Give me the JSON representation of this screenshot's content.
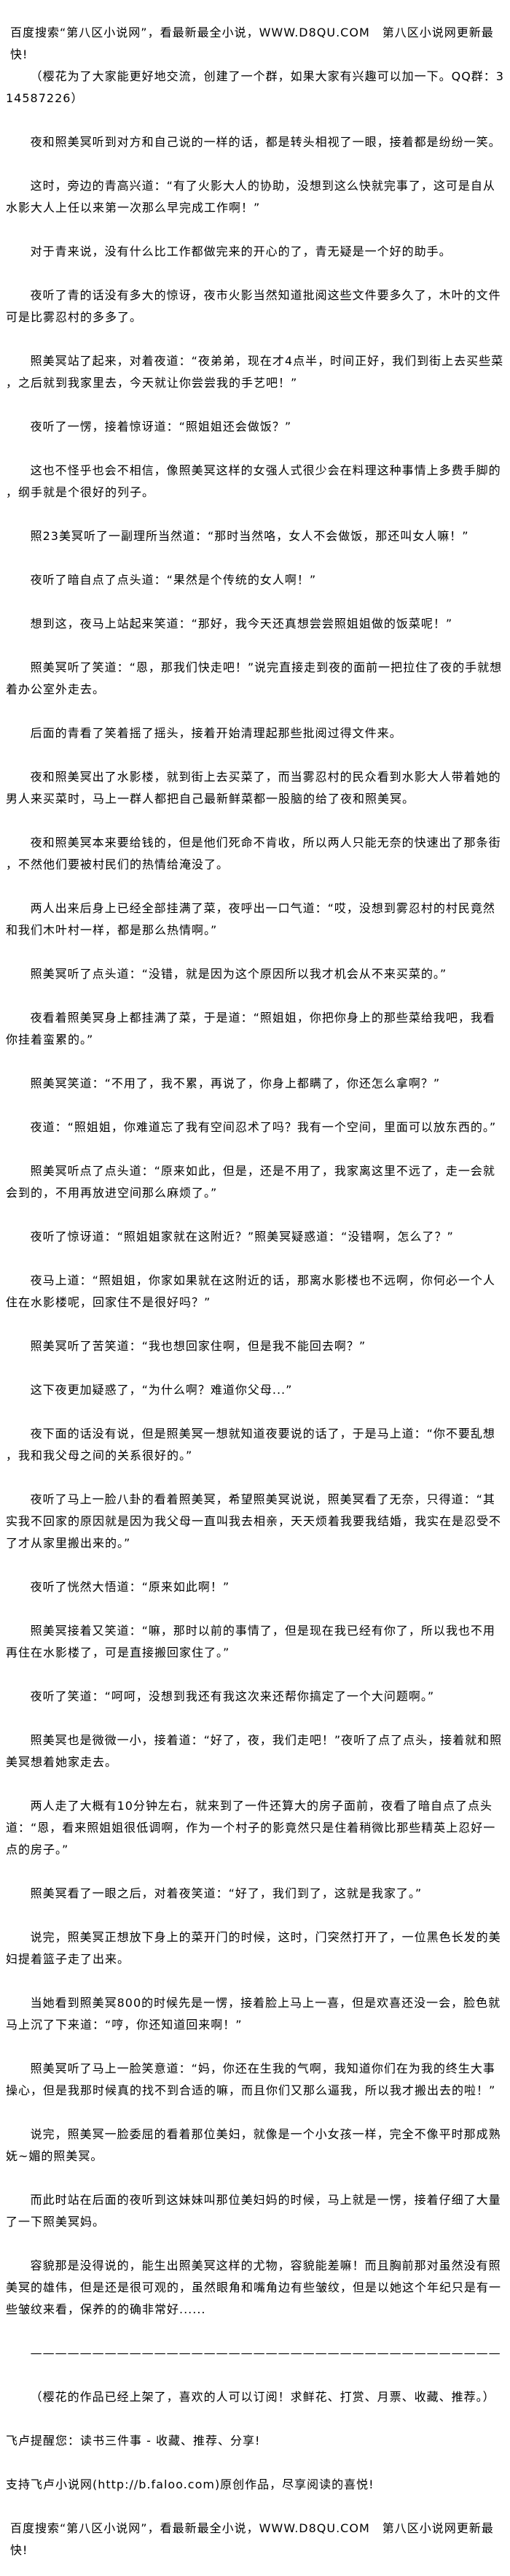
{
  "header": {
    "site_banner": "百度搜索“第八区小说网”，看最新最全小说，WWW.D8QU.COM　第八区小说网更新最快!",
    "qq_group_note": "（樱花为了大家能更好地交流，创建了一个群，如果大家有兴趣可以加一下。QQ群：314587226）"
  },
  "paragraphs": [
    "夜和照美冥听到对方和自己说的一样的话，都是转头相视了一眼，接着都是纷纷一笑。",
    "这时，旁边的青高兴道：“有了火影大人的协助，没想到这么快就完事了，这可是自从水影大人上任以来第一次那么早完成工作啊！”",
    "对于青来说，没有什么比工作都做完来的开心的了，青无疑是一个好的助手。",
    "夜听了青的话没有多大的惊讶，夜市火影当然知道批阅这些文件要多久了，木叶的文件可是比雾忍村的多多了。",
    "照美冥站了起来，对着夜道：“夜弟弟，现在才4点半，时间正好，我们到街上去买些菜，之后就到我家里去，今天就让你尝尝我的手艺吧！”",
    "夜听了一愣，接着惊讶道：“照姐姐还会做饭？”",
    "这也不怪乎也会不相信，像照美冥这样的女强人式很少会在料理这种事情上多费手脚的，纲手就是个很好的列子。",
    "照23美冥听了一副理所当然道：“那时当然咯，女人不会做饭，那还叫女人嘛！”",
    "夜听了暗自点了点头道：“果然是个传统的女人啊！”",
    "想到这，夜马上站起来笑道：“那好，我今天还真想尝尝照姐姐做的饭菜呢！”",
    "照美冥听了笑道：“恩，那我们快走吧！”说完直接走到夜的面前一把拉住了夜的手就想着办公室外走去。",
    "后面的青看了笑着摇了摇头，接着开始清理起那些批阅过得文件来。",
    "夜和照美冥出了水影楼，就到街上去买菜了，而当雾忍村的民众看到水影大人带着她的男人来买菜时，马上一群人都把自己最新鲜菜都一股脑的给了夜和照美冥。",
    "夜和照美冥本来要给钱的，但是他们死命不肯收，所以两人只能无奈的快速出了那条街，不然他们要被村民们的热情给淹没了。",
    "两人出来后身上已经全部挂满了菜，夜呼出一口气道：“哎，没想到雾忍村的村民竟然和我们木叶村一样，都是那么热情啊。”",
    "照美冥听了点头道：“没错，就是因为这个原因所以我才机会从不来买菜的。”",
    "夜看着照美冥身上都挂满了菜，于是道：“照姐姐，你把你身上的那些菜给我吧，我看你挂着蛮累的。”",
    "照美冥笑道：“不用了，我不累，再说了，你身上都瞒了，你还怎么拿啊？”",
    "夜道：“照姐姐，你难道忘了我有空间忍术了吗？我有一个空间，里面可以放东西的。”",
    "照美冥听点了点头道：“原来如此，但是，还是不用了，我家离这里不远了，走一会就会到的，不用再放进空间那么麻烦了。”",
    "夜听了惊讶道：“照姐姐家就在这附近？”照美冥疑惑道：“没错啊，怎么了？”",
    "夜马上道：“照姐姐，你家如果就在这附近的话，那离水影楼也不远啊，你何必一个人住在水影楼呢，回家住不是很好吗？”",
    "照美冥听了苦笑道：“我也想回家住啊，但是我不能回去啊？”",
    "这下夜更加疑惑了，“为什么啊？难道你父母...”",
    "夜下面的话没有说，但是照美冥一想就知道夜要说的话了，于是马上道：“你不要乱想，我和我父母之间的关系很好的。”",
    "夜听了马上一脸八卦的看着照美冥，希望照美冥说说，照美冥看了无奈，只得道：“其实我不回家的原因就是因为我父母一直叫我去相亲，天天烦着我要我结婚，我实在是忍受不了才从家里搬出来的。”",
    "夜听了恍然大悟道：“原来如此啊！”",
    "照美冥接着又笑道：“嘛，那时以前的事情了，但是现在我已经有你了，所以我也不用再住在水影楼了，可是直接搬回家住了。”",
    "夜听了笑道：“呵呵，没想到我还有我这次来还帮你搞定了一个大问题啊。”",
    "照美冥也是微微一小，接着道：“好了，夜，我们走吧！”夜听了点了点头，接着就和照美冥想着她家走去。",
    "两人走了大概有10分钟左右，就来到了一件还算大的房子面前，夜看了暗自点了点头道：“恩，看来照姐姐很低调啊，作为一个村子的影竟然只是住着稍微比那些精英上忍好一点的房子。”",
    "照美冥看了一眼之后，对着夜笑道：“好了，我们到了，这就是我家了。”",
    "说完，照美冥正想放下身上的菜开门的时候，这时，门突然打开了，一位黑色长发的美妇提着篮子走了出来。",
    "当她看到照美冥800的时候先是一愣，接着脸上马上一喜，但是欢喜还没一会，脸色就马上沉了下来道：“哼，你还知道回来啊！”",
    "照美冥听了马上一脸笑意道：“妈，你还在生我的气啊，我知道你们在为我的终生大事操心，但是我那时候真的找不到合适的嘛，而且你们又那么逼我，所以我才搬出去的啦！”",
    "说完，照美冥一脸委屈的看着那位美妇，就像是一个小女孩一样，完全不像平时那成熟妩~媚的照美冥。",
    "而此时站在后面的夜听到这妹妹叫那位美妇妈的时候，马上就是一愣，接着仔细了大量了一下照美冥妈。",
    "容貌那是没得说的，能生出照美冥这样的尤物，容貌能差嘛！而且胸前那对虽然没有照美冥的雄伟，但是还是很可观的，虽然眼角和嘴角边有些皱纹，但是以她这个年纪只是有一些皱纹来看，保养的的确非常好......"
  ],
  "divider": "——————————————————————————————————————",
  "author_note": "（樱花的作品已经上架了，喜欢的人可以订阅！求鲜花、打赏、月票、收藏、推荐。）",
  "footer": {
    "reminder": "飞卢提醒您：读书三件事 - 收藏、推荐、分享!",
    "support": "支持飞卢小说网(http://b.faloo.com)原创作品，尽享阅读的喜悦!",
    "site_banner": "百度搜索“第八区小说网”，看最新最全小说，WWW.D8QU.COM　第八区小说网更新最快!"
  }
}
